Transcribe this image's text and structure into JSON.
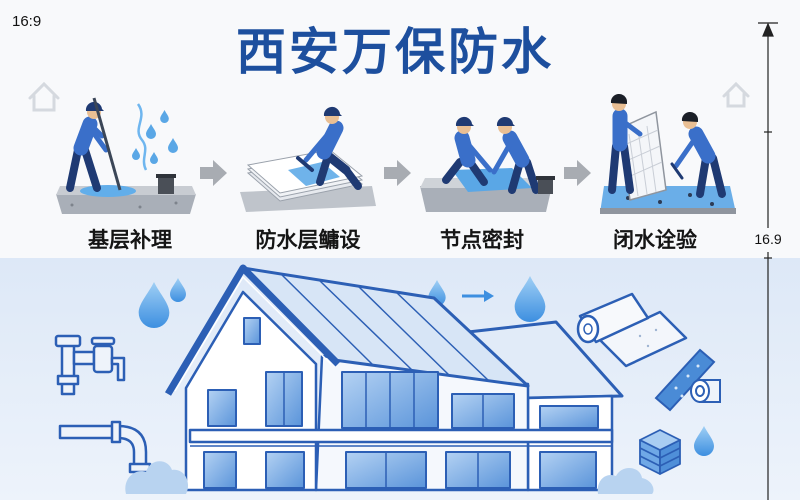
{
  "header": {
    "aspect_ratio_label": "16:9",
    "title": "西安万保防水"
  },
  "steps": [
    {
      "label": "基层补理",
      "icon": "base-repair-worker-icon"
    },
    {
      "label": "防水层鳙设",
      "icon": "membrane-laying-worker-icon"
    },
    {
      "label": "节点密封",
      "icon": "joint-sealing-workers-icon"
    },
    {
      "label": "闭水诠验",
      "icon": "water-test-workers-icon"
    }
  ],
  "dimension": {
    "label": "16.9"
  },
  "illustrations": {
    "bottom": [
      "pipe-and-faucet-icon",
      "water-drop-icon",
      "house-icon",
      "membrane-roll-icon",
      "sealing-tape-icon",
      "layered-material-icon"
    ]
  },
  "colors": {
    "title": "#1d4f9e",
    "line_blue": "#2c5fb5",
    "water_blue": "#3d8fe0",
    "lower_background": "#dde8f7",
    "arrow_gray": "#a8acb2"
  }
}
